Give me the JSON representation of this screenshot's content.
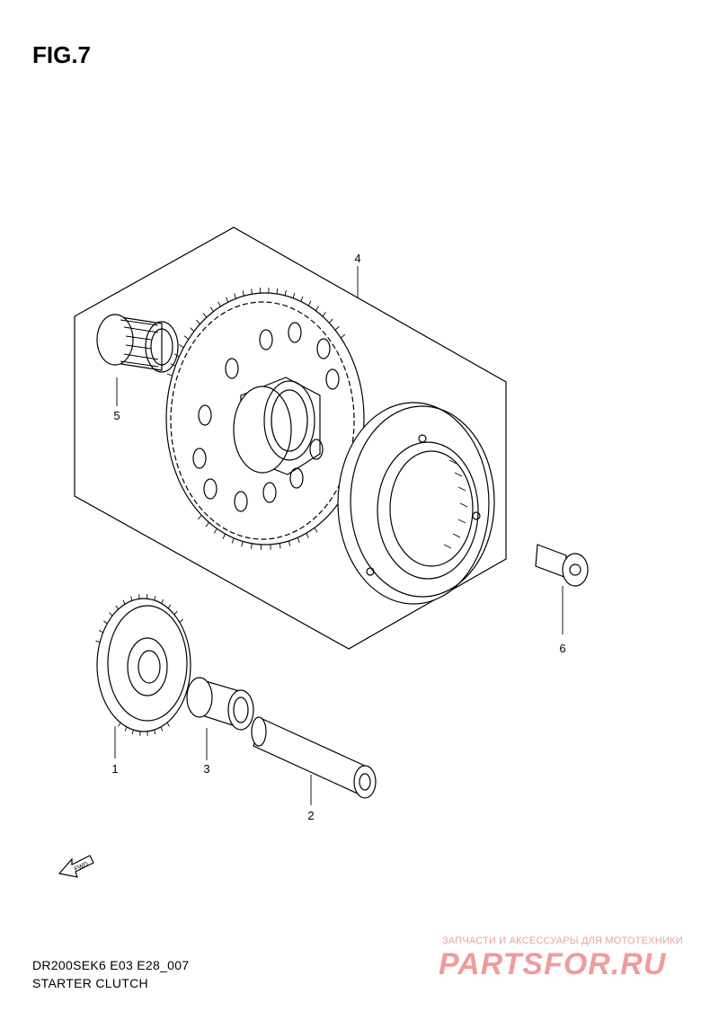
{
  "figure": {
    "title": "FIG.7",
    "code": "DR200SEK6 E03 E28_007",
    "name": "STARTER CLUTCH"
  },
  "callouts": [
    "4",
    "5",
    "6",
    "1",
    "3",
    "2"
  ],
  "fwd_label": "FWD",
  "watermark": {
    "tagline": "ЗАПЧАСТИ И АКСЕССУАРЫ ДЛЯ МОТОТЕХНИКИ",
    "logo": "PARTSFOR.RU"
  }
}
